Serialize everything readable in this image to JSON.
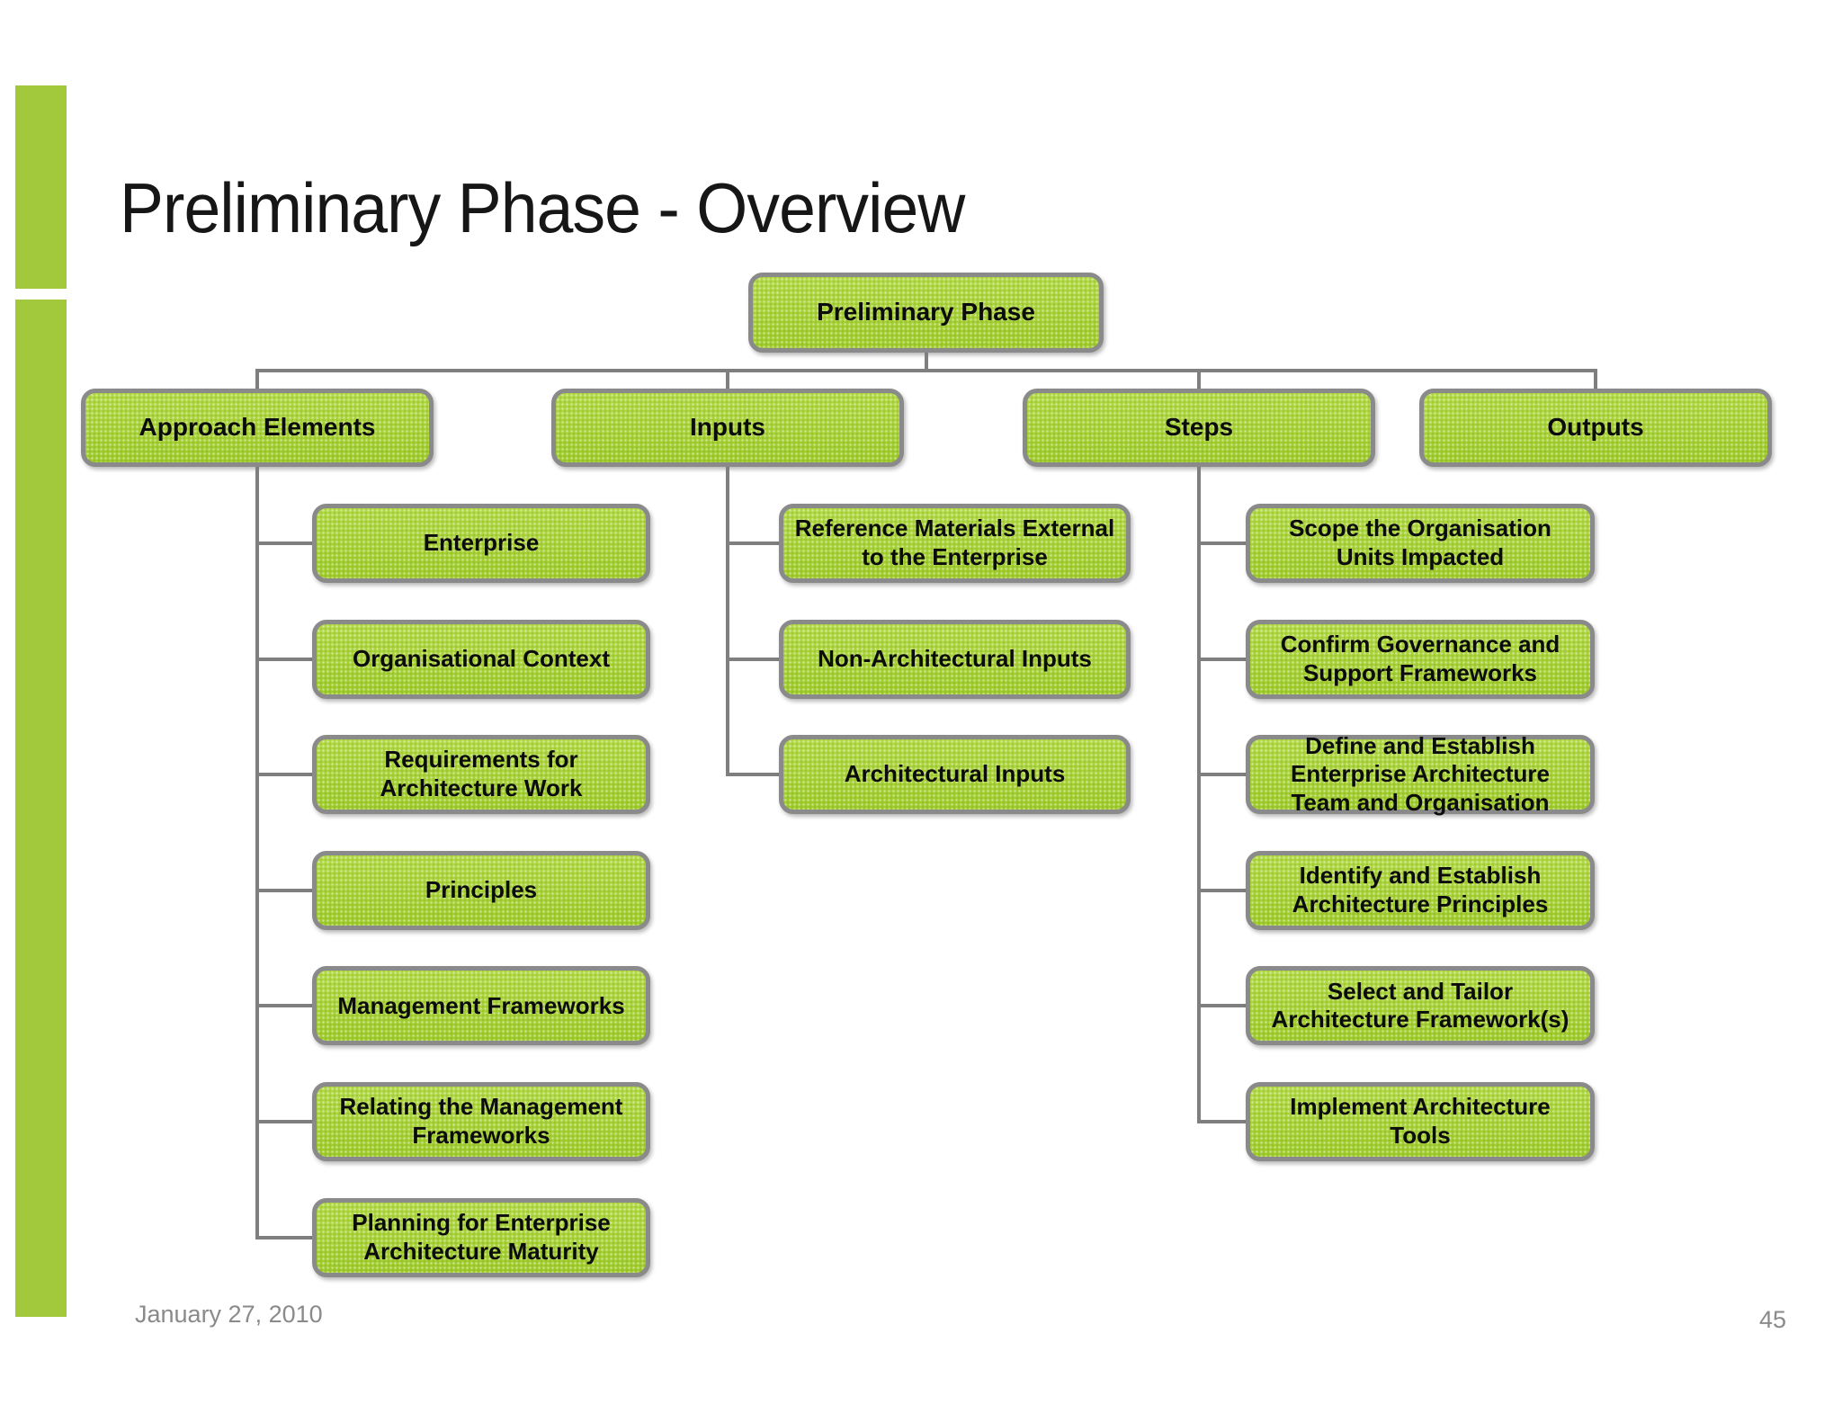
{
  "slide": {
    "title": "Preliminary Phase - Overview",
    "footer_date": "January 27, 2010",
    "page_number": "45"
  },
  "colors": {
    "node_fill": "#a7d235",
    "node_border": "#8a8a8a",
    "accent_bar": "#a2c83c",
    "connector": "#7f7f7f"
  },
  "tree": {
    "root": {
      "label": "Preliminary Phase"
    },
    "branches": [
      {
        "label": "Approach Elements",
        "children": [
          "Enterprise",
          "Organisational Context",
          "Requirements for Architecture Work",
          "Principles",
          "Management Frameworks",
          "Relating the Management Frameworks",
          "Planning for Enterprise Architecture Maturity"
        ]
      },
      {
        "label": "Inputs",
        "children": [
          "Reference Materials External to the Enterprise",
          "Non-Architectural Inputs",
          "Architectural Inputs"
        ]
      },
      {
        "label": "Steps",
        "children": [
          "Scope the Organisation Units Impacted",
          "Confirm Governance and Support Frameworks",
          "Define and Establish Enterprise Architecture Team and Organisation",
          "Identify and Establish Architecture Principles",
          "Select and Tailor Architecture Framework(s)",
          "Implement Architecture Tools"
        ]
      },
      {
        "label": "Outputs",
        "children": []
      }
    ]
  }
}
